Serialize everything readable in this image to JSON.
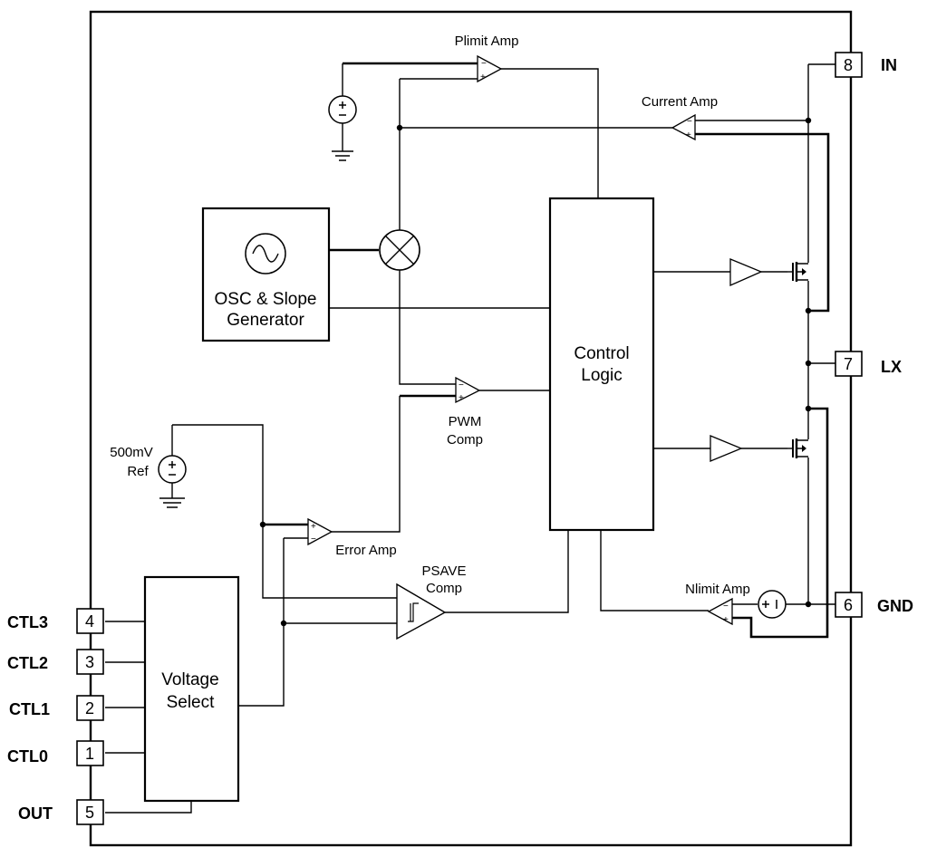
{
  "blocks": {
    "osc_line1": "OSC & Slope",
    "osc_line2": "Generator",
    "control_line1": "Control",
    "control_line2": "Logic",
    "voltage_line1": "Voltage",
    "voltage_line2": "Select"
  },
  "labels": {
    "plimit_amp": "Plimit Amp",
    "current_amp": "Current Amp",
    "pwm_comp_line1": "PWM",
    "pwm_comp_line2": "Comp",
    "error_amp": "Error Amp",
    "psave_comp_line1": "PSAVE",
    "psave_comp_line2": "Comp",
    "nlimit_amp": "Nlimit Amp",
    "ref_line1": "500mV",
    "ref_line2": "Ref"
  },
  "pins": [
    {
      "number": "8",
      "name": "IN"
    },
    {
      "number": "7",
      "name": "LX"
    },
    {
      "number": "6",
      "name": "GND"
    },
    {
      "number": "4",
      "name": "CTL3"
    },
    {
      "number": "3",
      "name": "CTL2"
    },
    {
      "number": "2",
      "name": "CTL1"
    },
    {
      "number": "1",
      "name": "CTL0"
    },
    {
      "number": "5",
      "name": "OUT"
    }
  ]
}
